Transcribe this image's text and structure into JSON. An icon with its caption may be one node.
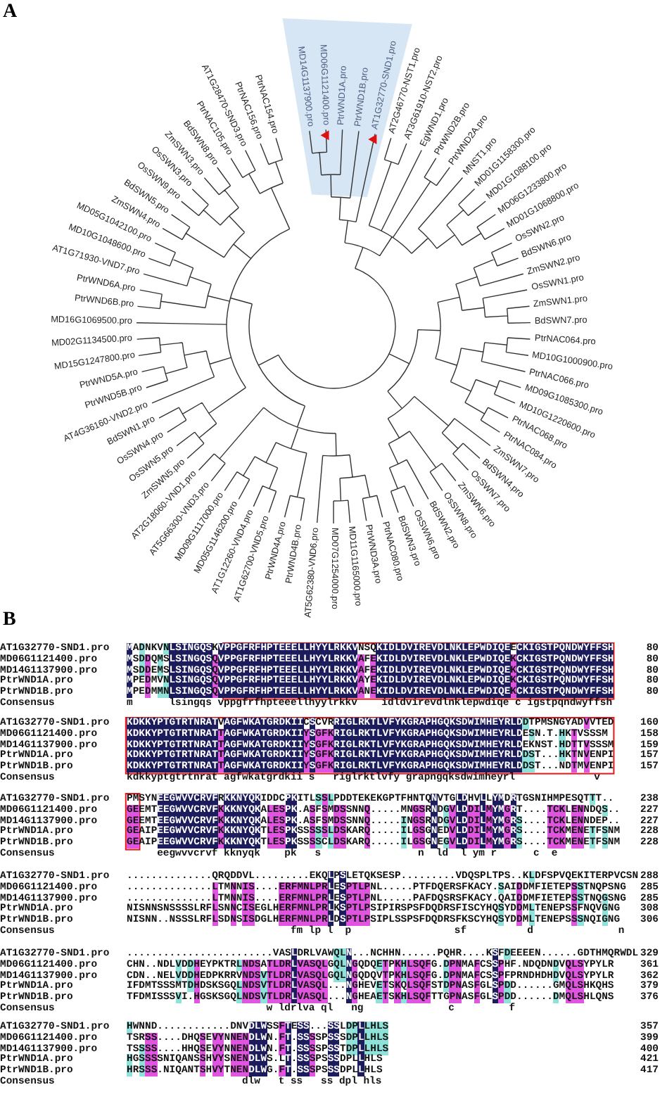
{
  "diagram": {
    "labels": [
      "A",
      "MD14G1137900.pro",
      "MD06G1121400.pro",
      "PtrWND1A.pro",
      "PtrWND1B.pro",
      "AT1G32770-SND1.pro",
      "AT2G46770-NST1.pro",
      "AT3G61910-NST2.pro",
      "EgWND1.pro",
      "PtrWND2B.pro",
      "PtrWND2A.pro",
      "MNST1.pro",
      "MD01G1158300.pro",
      "MD01G1088100.pro",
      "MD06G1233800.pro",
      "MD01G1068800.pro",
      "OsSWN2.pro",
      "BdSWN6.pro",
      "ZmSWN2.pro",
      "OsSWN1.pro",
      "ZmSWN1.pro",
      "BdSWN7.pro",
      "PtrNAC064.pro",
      "MD10G1000900.pro",
      "PtrNAC066.pro",
      "MD09G1085300.pro",
      "MD10G1220600.pro",
      "PtrNAC068.pro",
      "PtrNAC084.pro",
      "ZmSWN7.pro",
      "BdSWN4.pro",
      "OsSWN7.pro",
      "ZmSWN6.pro",
      "OsSWN8.pro",
      "BdSWN2.pro",
      "OsSWN6.pro",
      "BdSWN3.pro",
      "AT2G18060-VND1.pro",
      "AT5G66300-VND3.pro",
      "MD09G1117000.pro",
      "MD05G1146200.pro",
      "AT1G12260-VND4.pro",
      "AT1G62700-VND5.pro",
      "PtrWND4A.pro",
      "PtrWND4B.pro",
      "AT5G62380-VND6.pro",
      "MD07G1254000.pro",
      "MD11G1165000.pro",
      "PtrWND3A.pro",
      "PtrNAC080.pro",
      "ZmSWN5.pro",
      "OsSWN5.pro",
      "OsSWN4.pro",
      "BdSWN1.pro",
      "AT4G36160-VND2.pro",
      "PtrWND5B.pro",
      "PtrWND5A.pro",
      "MD15G1247800.pro",
      "MD02G1134500.pro",
      "MD16G1069500.pro",
      "PtrWND6B.pro",
      "PtrWND6A.pro",
      "AT1G71930-VND7.pro",
      "MD10G1048600.pro",
      "MD05G1042100.pro",
      "ZmSWN4.pro",
      "BdSWN5.pro",
      "OsSWN9.pro",
      "OsSWN3.pro",
      "ZmSWN3.pro",
      "BdSWN8.pro",
      "PtrNAC105.pro",
      "AT1G28470-SND3.pro",
      "PtrNAC156.pro",
      "PtrNAC154.pro",
      "B",
      "AT1G32770-SND1.pro",
      "MADNKVNLSINGQSKVPPGFRFHPTEEELLHYYLRKKVNSQKIDLDVIREVDLNKLEPWDIQEECKIGSTPQNDWYFFSH",
      "80",
      "MD06G1121400.pro",
      "MSDDQMSLSINGQSQVPPGFRFHPTEEELLHYYLRKKVAFEKIDLDVIREVDLNKLEPWDIQEKCKIGSTPQNDWYFFSH",
      "80",
      "MD14G1137900.pro",
      "MSDDEMSLSINGQSQVPPGFRFHPTEEELLHYYLRKKVAFEKIDLDVIREVDLNKLEPWDIQEKCKIGSTPQNDWYFFSH",
      "80",
      "PtrWND1A.pro",
      "MPEDMVNLSINGQSQVPPGFRFHPTEEELLHYYLRKKVAYEKIDLDVIREVDLNKLEPWDIQEKCKIGSTPQNDWYFFSH",
      "80",
      "PtrWND1B.pro",
      "MPEDMMNLSINGQSQVPPGFRFHPTEEELLHYYLRKKVANEKIDLDVIREVDLNKLEPWDIQEKCKIGSTPQNDWYFFSH",
      "80",
      "Consensus",
      "m      lsingqs vppgfrfhpteeellhyylrkkv    idldvirevdlnklepwdiqe c igstpqndwyffsh",
      "AT1G32770-SND1.pro",
      "KDKKYPTGTRTNRATVAGFWKATGRDKIICSCVRRIGLRKTLVFYKGRAPHGQKSDWIMHEYRLDDTPMSNGYADVVTED",
      "160",
      "MD06G1121400.pro",
      "KDKKYPTGTRTNRATTAGFWKATGRDKIIYSGFKRIGLRKTLVFYKGRAPHGQKSDWIMHEYRLDESN.T.HKTVSSSM",
      "158",
      "MD14G1137900.pro",
      "KDKKYPTGTRTNRATTAGFWKATGRDKIIYSGFKRIGLRKTLVFYKGRAPHGQKSDWIMHEYRLDEKNST.HDTTVSSSM",
      "159",
      "PtrWND1A.pro",
      "KDKKYPTGTRTNRATTAGFWKATGRDKIIYSGFKRIGLRKTLVFYKGRAPHGQKSDWIMHEYRLDDST...HKTNVENPI",
      "157",
      "PtrWND1B.pro",
      "KDKKYPTGTRTNRATTAGFWKATGRDKIIYSGFKRIGLRKTLVFYKGRAPHGQKSDWIMHEYRLDDST...NDTMVENPI",
      "157",
      "Consensus",
      "kdkkyptgtrtnrat agfwkatgrdkii s   riglrktlvfy grapngqksdwimheyrl             v",
      "AT1G32770-SND1.pro",
      "PMSYNEEGWVVCRVFRKKNYQKIDDCPKITLSSLPDDTEKEKGPTFHNTQNVTGLDHVLLYMDRTGSNIHMPESQTTT..",
      "238",
      "MD06G1121400.pro",
      "GEEMTEEGWVVCRVFKKKNYQKALESPK.ASFSMDSSNNQ.....MNGSRNDGVLDDILMYMGRT....TCKLENNDQS..",
      "227",
      "MD14G1137900.pro",
      "GEEMTEEGWVVCRVFKKKNYQKALESPK.ASFSMDSSNNQ.....INGSRNDGVLDDILMYMGRS....TCKLENNDEP..",
      "227",
      "PtrWND1A.pro",
      "GEAIPEEGWVVCRVFKKKNYQKTLESPKSSSSSLDSKARQ.....ILGSGNEDVLDDILMYMGRS....TCKMENETFSNM",
      "228",
      "PtrWND1B.pro",
      "GEAIPEEGWVVCRVFKKKNYQKTLESPKSSSSCLDSKARQ.....ILGSGNEGVLDDILMYMGRS....TCKMENETFSNM",
      "228",
      "Consensus",
      "     eegwvvcrvf kknyqk    pk   s                n  ld  l ym r      c  e",
      "AT1G32770-SND1.pro",
      "..............QRQDDVL.........EKQLPSLETQKSESP.........VDQSPLTPS..KLDFSPVQEKITERPVCSN",
      "288",
      "MD06G1121400.pro",
      "..............LTMNNIS....ERFMNLPRLESPTLPNL.....PTFDQERSFKACY.SAIDDMFIETEPSSTNQPSNG",
      "285",
      "MD14G1137900.pro",
      "..............LTMNNIS....ERFMNLPRLESPTLPNL.....PAFDQSRSFKACY.QAIDDMFIETEPSSTNQGSNG",
      "285",
      "PtrWND1A.pro",
      "NISNNSNSSSSLRFLSNNCISEGLHERFMNLPRLKSPTLPSIPIRSPSFDQDRSFISCYHQSYDDMLTENEPSSFNQVGNG",
      "308",
      "PtrWND1B.pro",
      "NISNN..NSSSLRFLSDNSISDGLHERFMNLPRLDSPTLPSIPLSSPSFDQDRSFKSCYHQSYDDMLTENEPSSSNQIGNG",
      "306",
      "Consensus",
      "                           fm lp l  p                 sf          d              n",
      "AT1G32770-SND1.pro",
      "........................VASLDRLVAWQLN...NCHHN......PQHR....KSFDEEEEN......GDTHMQRWDL",
      "329",
      "MD06G1121400.pro",
      "CHN..NDLVDDHEYPKTRLNDSATLDRLVASQLGQLNGQDQETPKHLSQFG.DPNMAFCSSPHF.NDQDNDVQLSYPYLR",
      "361",
      "MD14G1137900.pro",
      "CDN..NELVDDHEDPKRRVNDSVTLDRLVASQLGQLNGQDQVTPKHLSQFG.DPNMAFCSSPFPRNDHDHDVQLSYPYLR",
      "362",
      "PtrWND1A.pro",
      "IFDMTSSSMTDHDSKSGQLNDSVTLDRLVASQL...NGHEVETSKQLSQFSTDPNASFGLSPDD......GMQLSHKQHS",
      "379",
      "PtrWND1B.pro",
      "TFDMISSSVI.HGSKSGQLNDSVTLDRLVASQL...NGHEAETSKHLSQFTTGPNASFGLSPDD......DMQLSHLQNS",
      "376",
      "Consensus",
      "                       w ldrlva ql   ng              c         f",
      "AT1G32770-SND1.pro",
      "HWNND............DNVDLWSSFTESS...SSLDPLLHLS",
      "357",
      "MD06G1121400.pro",
      "TSRSS....DHQSEVYNNENDLWN.FT.SSSSPSSSDPLLHLS",
      "399",
      "MD14G1137900.pro",
      "TSSSS....HHQSEVYNNENDLWN.FT.SSSSPSSTDPLLHLS",
      "400",
      "PtrWND1A.pro",
      "HGSSSSNIQANSSHVYSNENDLWS.LT.SSSPSSSDPLLHLS",
      "421",
      "PtrWND1B.pro",
      "HRSSS.NIQANTSHVYTNENDLWG.FT.SSSPSSSDPLLHLS",
      "417",
      "Consensus",
      "                   dlw   t ss   ss dpl hls"
    ]
  }
}
